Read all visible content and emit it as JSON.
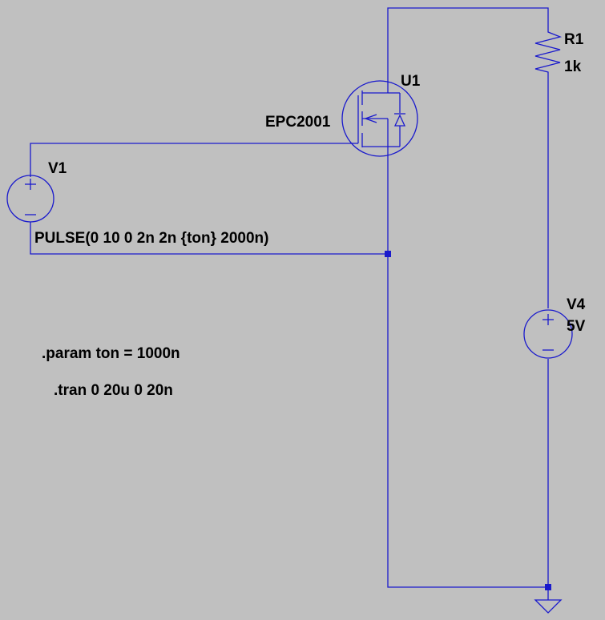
{
  "colors": {
    "background": "#c0c0c0",
    "wire": "#1a1acc",
    "text": "#000000"
  },
  "components": {
    "mosfet": {
      "ref": "U1",
      "model": "EPC2001"
    },
    "resistor": {
      "ref": "R1",
      "value": "1k"
    },
    "gate_source": {
      "ref": "V1",
      "value": "PULSE(0 10 0 2n 2n {ton} 2000n)"
    },
    "supply_source": {
      "ref": "V4",
      "value": "5V"
    }
  },
  "directives": {
    "param": ".param ton = 1000n",
    "tran": ".tran 0 20u 0 20n"
  },
  "ground": {
    "icon": "ground-icon"
  }
}
